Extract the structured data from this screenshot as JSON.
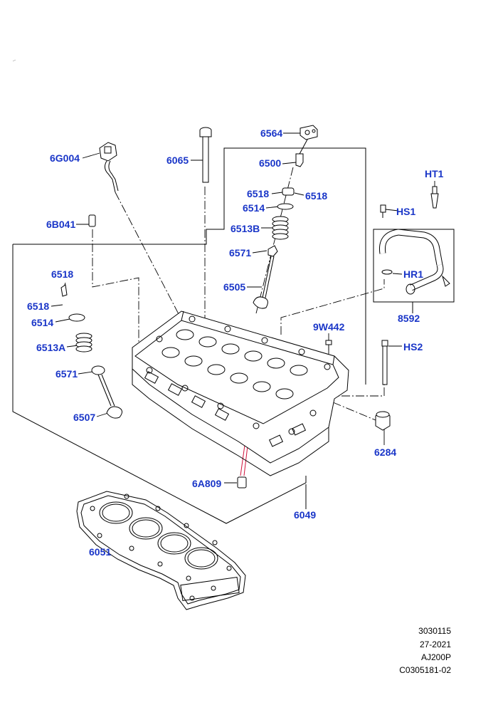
{
  "colors": {
    "callout": "#1a36c8",
    "line": "#000000",
    "highlight": "#d0103a"
  },
  "callouts": {
    "c6564": "6564",
    "c6G004": "6G004",
    "c6065": "6065",
    "c6500": "6500",
    "cHT1": "HT1",
    "c6518a": "6518",
    "c6518b": "6518",
    "c6514a": "6514",
    "cHS1": "HS1",
    "c6B041": "6B041",
    "c6513B": "6513B",
    "c6571a": "6571",
    "cHR1": "HR1",
    "c6518c": "6518",
    "c6505": "6505",
    "c6518d": "6518",
    "c8592": "8592",
    "c6514b": "6514",
    "c9W442": "9W442",
    "c6513A": "6513A",
    "cHS2": "HS2",
    "c6571b": "6571",
    "c6507": "6507",
    "c6284": "6284",
    "c6A809": "6A809",
    "c6049": "6049",
    "c6051": "6051"
  },
  "footer": {
    "line1": "3030115",
    "line2": "27-2021",
    "line3": "AJ200P",
    "line4": "C0305181-02"
  }
}
